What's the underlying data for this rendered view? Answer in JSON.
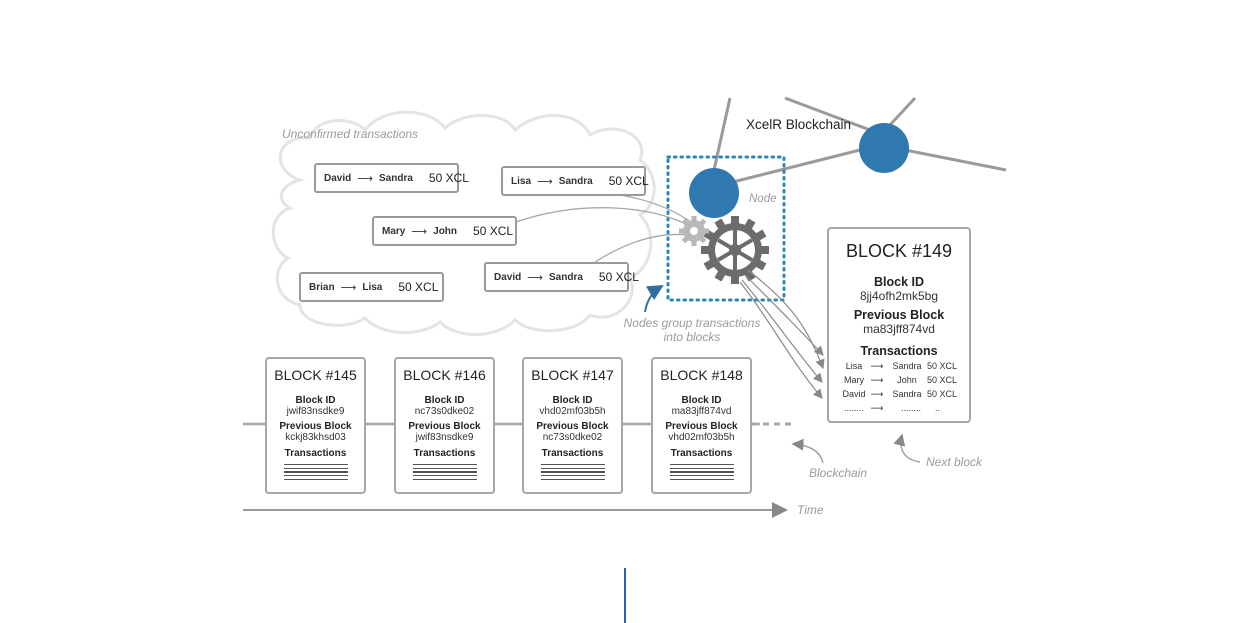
{
  "title": "XcelR Blockchain",
  "captions": {
    "unconfirmed": "Unconfirmed transactions",
    "node": "Node",
    "nodes_group_line1": "Nodes group transactions",
    "nodes_group_line2": "into blocks",
    "blockchain": "Blockchain",
    "next_block": "Next block",
    "time": "Time"
  },
  "arrow_glyph": "⟶",
  "transactions": [
    {
      "from": "David",
      "to": "Sandra",
      "amount": "50 XCL"
    },
    {
      "from": "Lisa",
      "to": "Sandra",
      "amount": "50 XCL"
    },
    {
      "from": "Mary",
      "to": "John",
      "amount": "50 XCL"
    },
    {
      "from": "David",
      "to": "Sandra",
      "amount": "50 XCL"
    },
    {
      "from": "Brian",
      "to": "Lisa",
      "amount": "50 XCL"
    }
  ],
  "block_labels": {
    "block_id": "Block ID",
    "previous_block": "Previous Block",
    "transactions": "Transactions"
  },
  "blocks": [
    {
      "title": "BLOCK #145",
      "block_id": "jwif83nsdke9",
      "previous": "kckj83khsd03"
    },
    {
      "title": "BLOCK #146",
      "block_id": "nc73s0dke02",
      "previous": "jwif83nsdke9"
    },
    {
      "title": "BLOCK #147",
      "block_id": "vhd02mf03b5h",
      "previous": "nc73s0dke02"
    },
    {
      "title": "BLOCK #148",
      "block_id": "ma83jff874vd",
      "previous": "vhd02mf03b5h"
    }
  ],
  "next_block": {
    "title": "BLOCK #149",
    "block_id": "8jj4ofh2mk5bg",
    "previous": "ma83jff874vd",
    "rows": [
      {
        "from": "Lisa",
        "to": "Sandra",
        "amount": "50 XCL"
      },
      {
        "from": "Mary",
        "to": "John",
        "amount": "50 XCL"
      },
      {
        "from": "David",
        "to": "Sandra",
        "amount": "50 XCL"
      },
      {
        "from": "........",
        "to": "........",
        "amount": ".."
      }
    ]
  },
  "colors": {
    "node_blue": "#2f78b0",
    "box_border": "#9a9a9a",
    "cloud": "#e6e6e6",
    "dotted": "#2a86b8",
    "caption": "#9a9a9a"
  }
}
